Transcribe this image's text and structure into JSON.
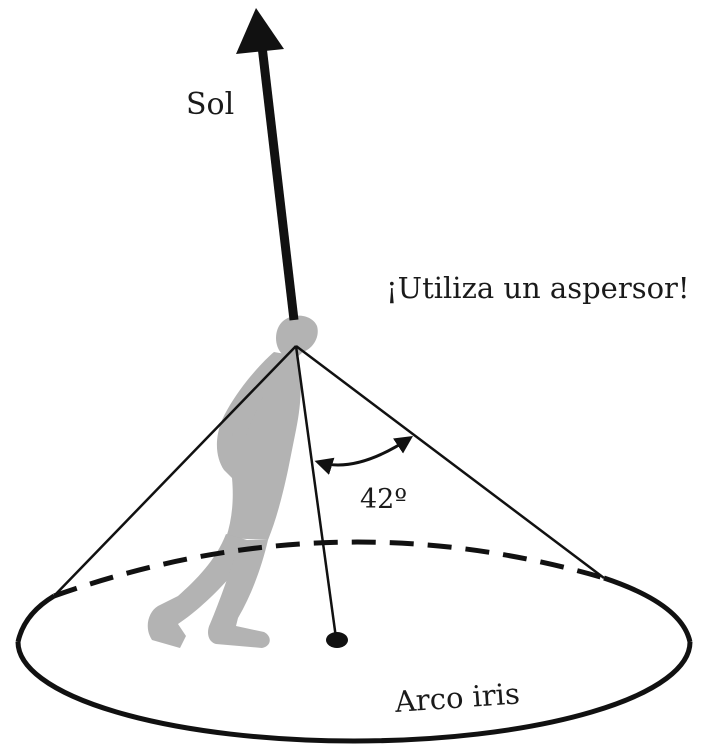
{
  "labels": {
    "sun": "Sol",
    "sprinkler_hint": "¡Utiliza un aspersor!",
    "angle": "42º",
    "rainbow": "Arco iris"
  },
  "colors": {
    "ink": "#111111",
    "person_silhouette": "#b3b3b3",
    "background": "#ffffff"
  },
  "icons": {
    "person": "person-silhouette-icon",
    "sun_arrow": "arrow-up-icon"
  }
}
